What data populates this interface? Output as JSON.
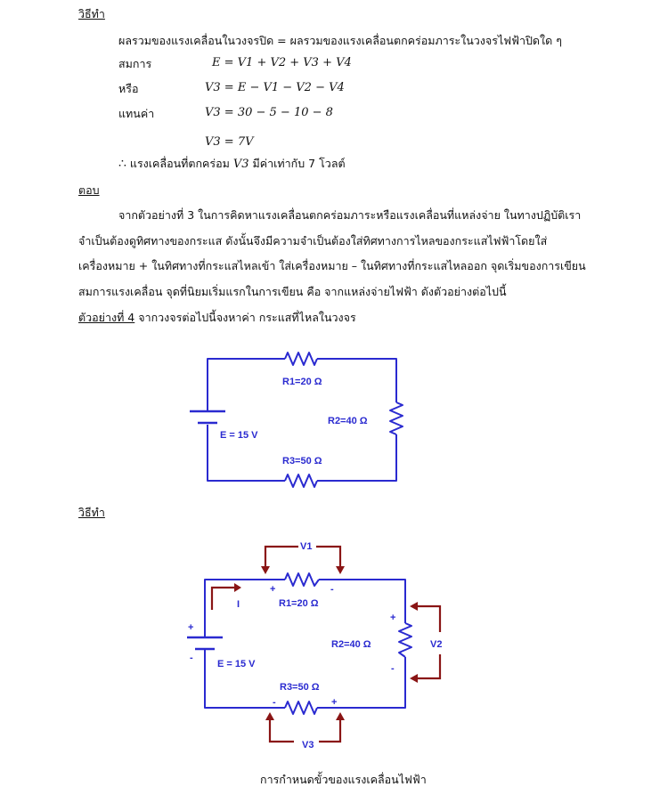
{
  "section1": {
    "heading": "วิธีทำ",
    "intro": "ผลรวมของแรงเคลื่อนในวงจรปิด  = ผลรวมของแรงเคลื่อนตกคร่อมภาระในวงจรไฟฟ้าปิดใด ๆ",
    "eq_label": "สมการ",
    "eq_value": "E = V1 + V2 + V3 + V4",
    "or_label": "หรือ",
    "or_value": "V3 = E − V1 − V2 − V4",
    "sub_label": "แทนค่า",
    "sub_value": "V3 = 30 − 5 − 10 − 8",
    "result": "V3 = 7V",
    "therefore_symbol": "∴",
    "conclusion_a": "แรงเคลื่อนที่ตกคร่อม",
    "conclusion_var": "V3",
    "conclusion_b": "มีค่าเท่ากับ  7  โวลต์"
  },
  "answer": {
    "heading": "ตอบ",
    "lines": [
      "จากตัวอย่างที่ 3 ในการคิดหาแรงเคลื่อนตกคร่อมภาระหรือแรงเคลื่อนที่แหล่งจ่าย ในทางปฏิบัติเรา",
      "จำเป็นต้องดูทิศทางของกระแส ดังนั้นจึงมีความจำเป็นต้องใส่ทิศทางการไหลของกระแสไฟฟ้าโดยใส่",
      "เครื่องหมาย + ในทิศทางที่กระแสไหลเข้า ใส่เครื่องหมาย – ในทิศทางที่กระแสไหลออก จุดเริ่มของการเขียน",
      "สมการแรงเคลื่อน จุดที่นิยมเริ่มแรกในการเขียน คือ จากแหล่งจ่ายไฟฟ้า ดังตัวอย่างต่อไปนี้"
    ]
  },
  "example": {
    "label": "ตัวอย่างที่ 4",
    "text": "จากวงจรต่อไปนี้จงหาค่า กระแสที่ไหลในวงจร"
  },
  "circuit1": {
    "r1": "R1=20 Ω",
    "r2": "R2=40 Ω",
    "r3": "R3=50 Ω",
    "source": "E = 15 V"
  },
  "section2": {
    "heading": "วิธีทำ"
  },
  "circuit2": {
    "r1": "R1=20 Ω",
    "r2": "R2=40 Ω",
    "r3": "R3=50 Ω",
    "source": "E = 15 V",
    "current": "I",
    "v1": "V1",
    "v2": "V2",
    "v3": "V3",
    "plus": "+",
    "minus": "-"
  },
  "caption": "การกำหนดขั้วของแรงเคลื่อนไฟฟ้า",
  "colors": {
    "wire": "#2a2ad0",
    "arrow": "#8a1515",
    "text": "#111111"
  }
}
